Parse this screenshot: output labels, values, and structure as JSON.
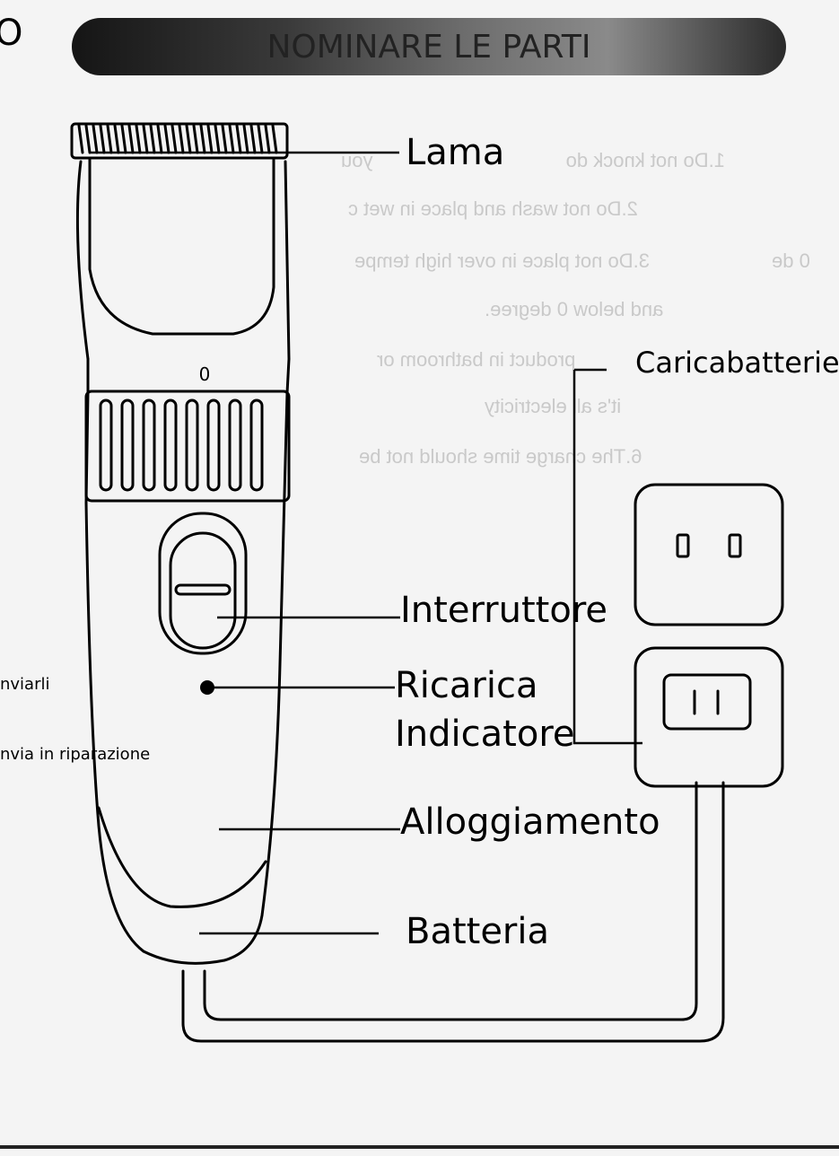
{
  "header": {
    "title": "NOMINARE LE PARTI",
    "page_mark": "O"
  },
  "labels": {
    "blade": "Lama",
    "charger": "Caricabatterie",
    "switch": "Interruttore",
    "charge_indicator_line1": "Ricarica",
    "charge_indicator_line2": "Indicatore",
    "housing": "Alloggiamento",
    "battery": "Batteria"
  },
  "side_text": {
    "line1": "nviarli",
    "line2": "nvia in riparazione"
  },
  "bleed_through": {
    "line1": "1.Do not knock do",
    "line1b": "you",
    "line2": "2.Do not wash and place in wet c",
    "line3": "3.Do not place in over high tempe",
    "line3b": "0 de",
    "line4": "and below 0 degree.",
    "line5": "product in bathroom or",
    "line6": "it's all electricity",
    "line7": "6.The charge time should not be"
  },
  "device_marks": {
    "dial_mark": "0"
  }
}
